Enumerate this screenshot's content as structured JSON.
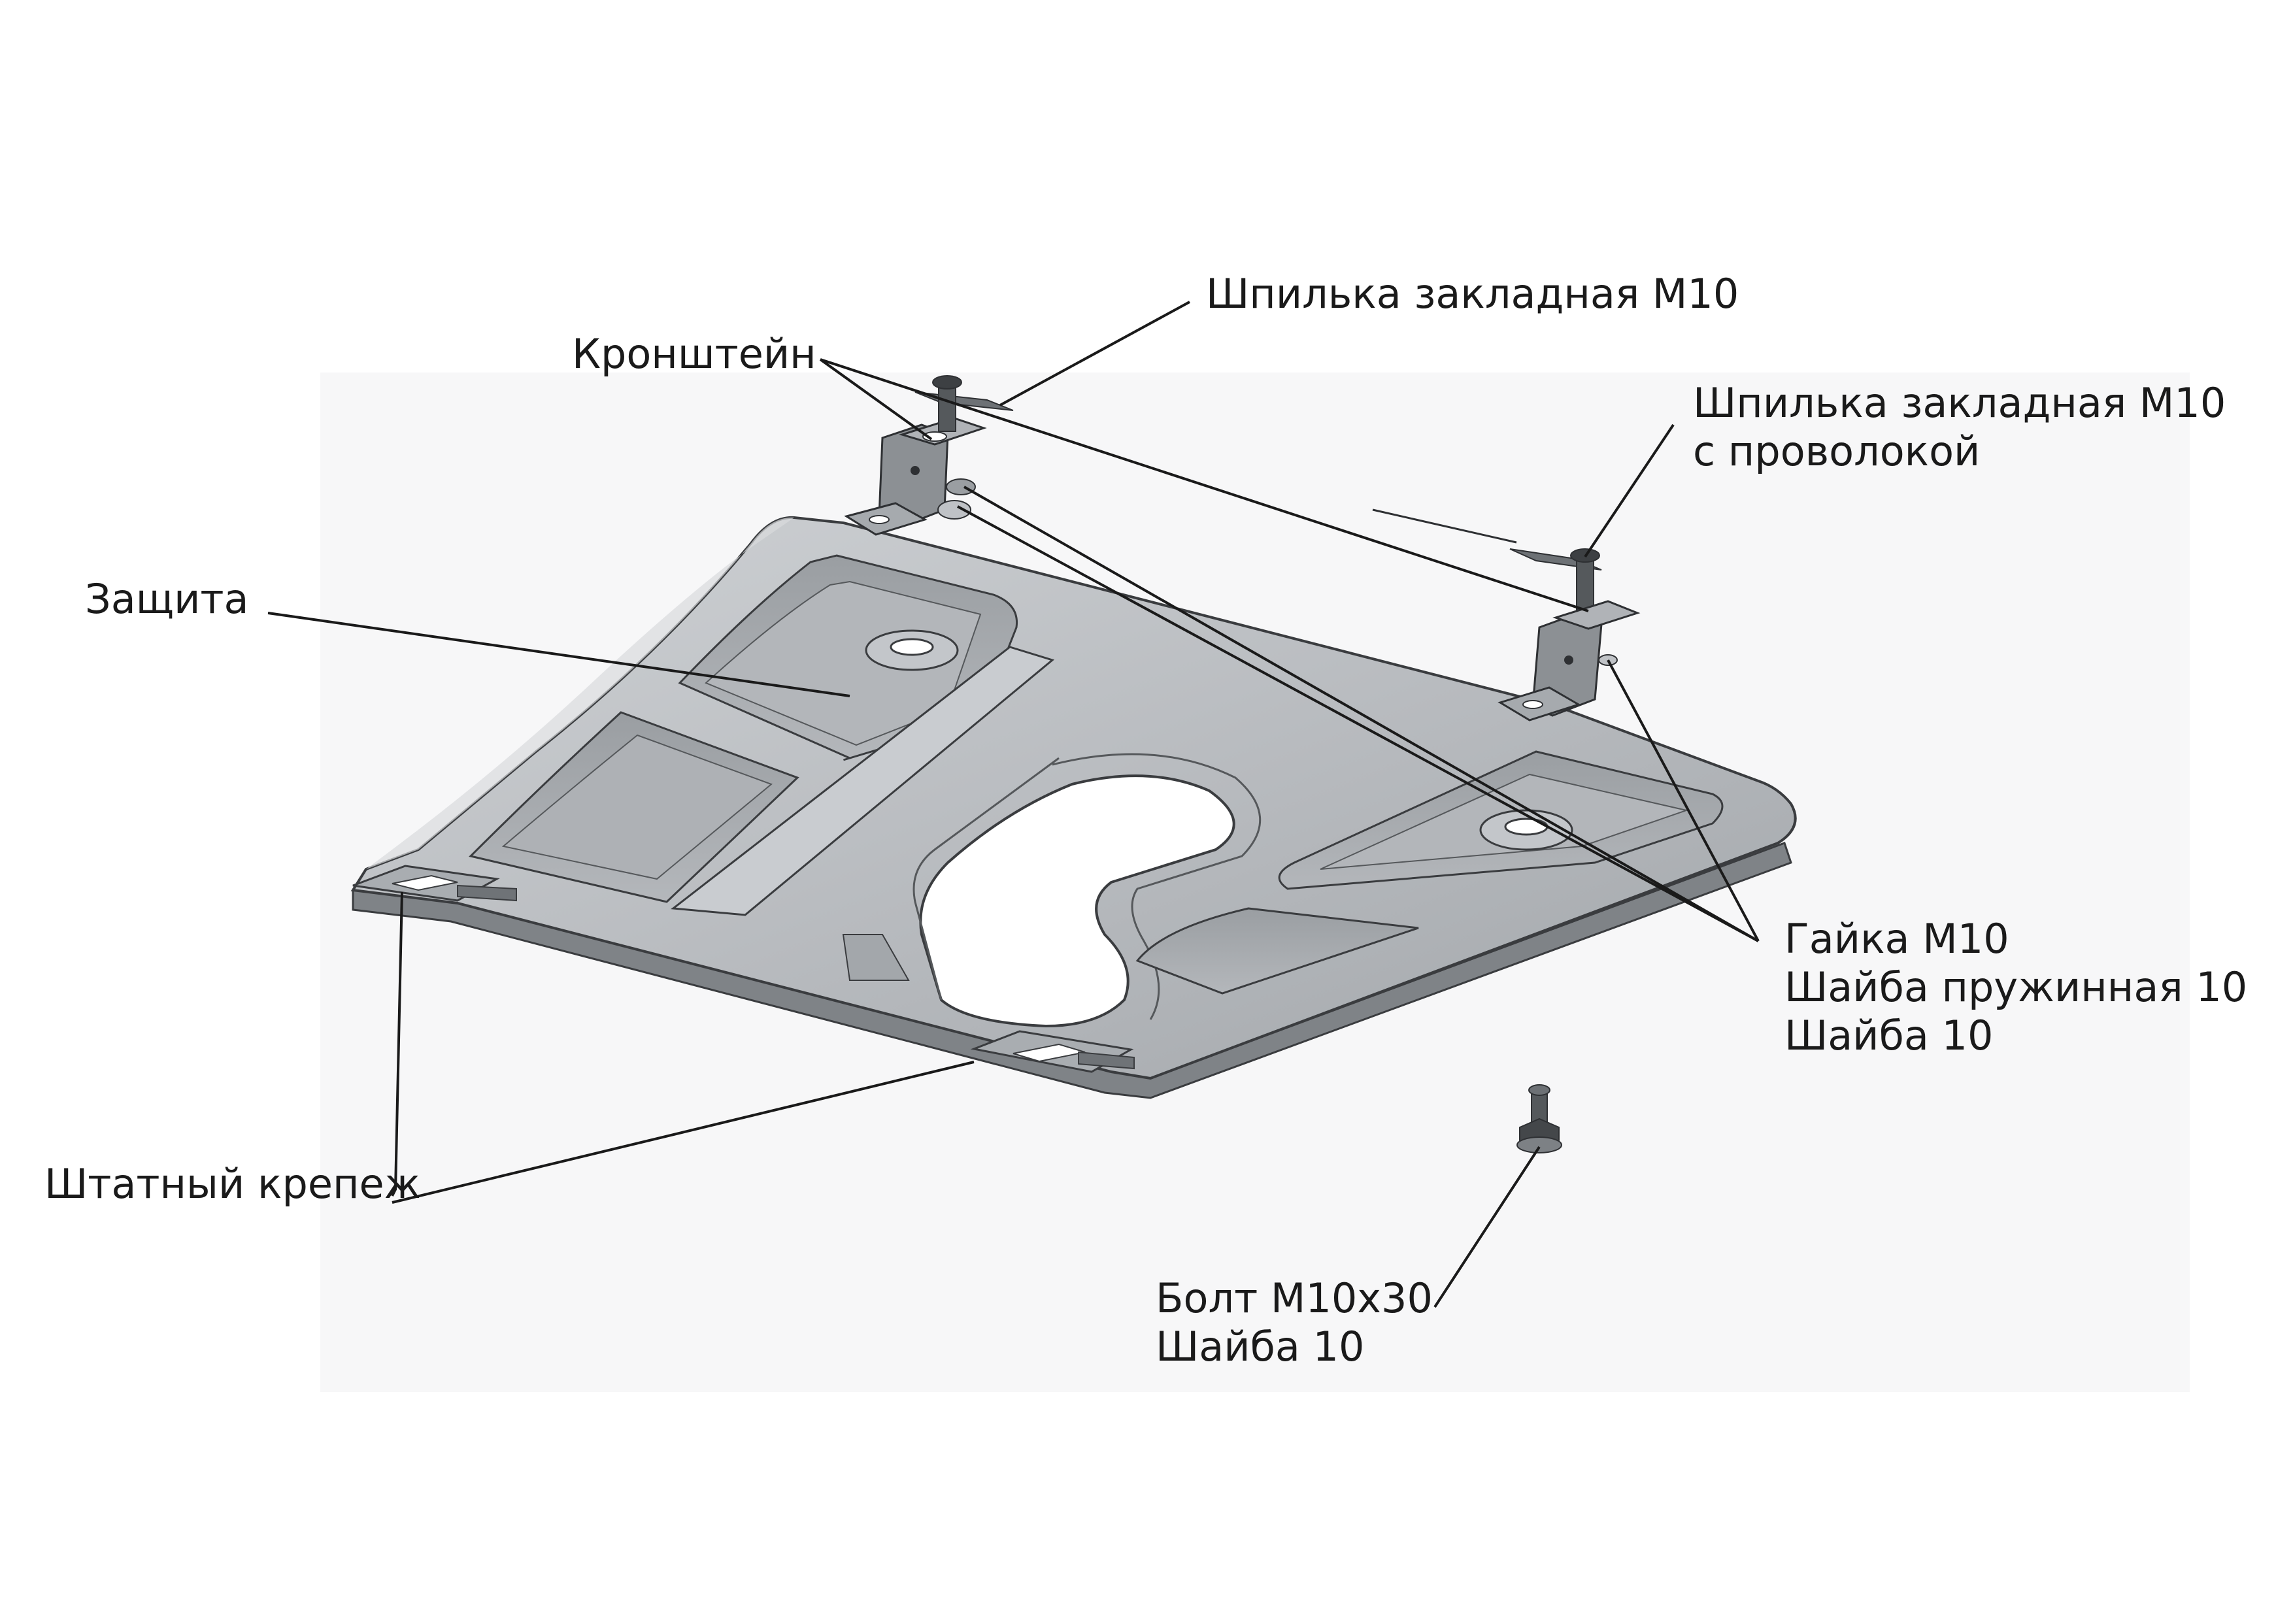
{
  "labels": {
    "stud": "Шпилька закладная М10",
    "stud_wire_1": "Шпилька закладная М10",
    "stud_wire_2": "с проволокой",
    "bracket": "Кронштейн",
    "guard": "Защита",
    "nut_1": "Гайка М10",
    "nut_2": "Шайба пружинная 10",
    "nut_3": "Шайба 10",
    "standard": "Штатный крепеж",
    "bolt_1": "Болт М10х30",
    "bolt_2": "Шайба 10"
  },
  "colors": {
    "plate": "#b9bcc0",
    "plate_dark": "#8f9397",
    "plate_light": "#d7d9dc",
    "recess": "#a3a7ab",
    "edge": "#3a3c3f",
    "leader": "#1a1a1a",
    "hardware": "#4a4d50"
  }
}
